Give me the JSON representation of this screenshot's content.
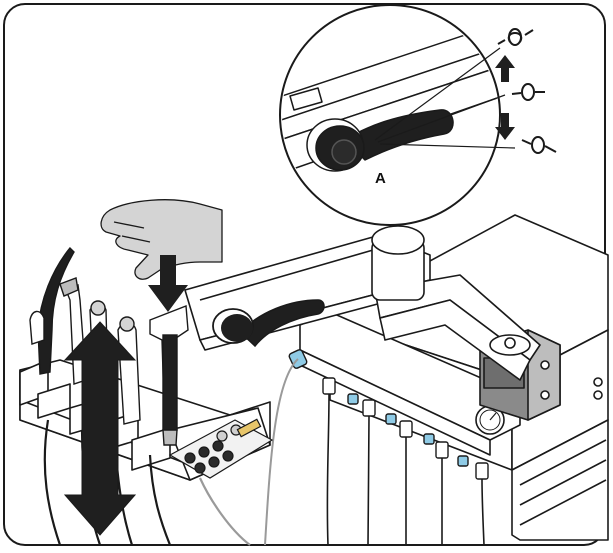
{
  "figure": {
    "callout_label": "A",
    "palette": {
      "line": "#1a1a1a",
      "handle": "#1f1f1f",
      "hand": "#d4d4d4",
      "hose_connector": "#8fcbe6",
      "panel_dark": "#2b2b2b",
      "panel_light": "#f2f2f2"
    },
    "lever_positions_shown": [
      "up",
      "middle",
      "down"
    ],
    "arrows": [
      "press-down",
      "move-vertical",
      "lever-up",
      "lever-down"
    ]
  }
}
